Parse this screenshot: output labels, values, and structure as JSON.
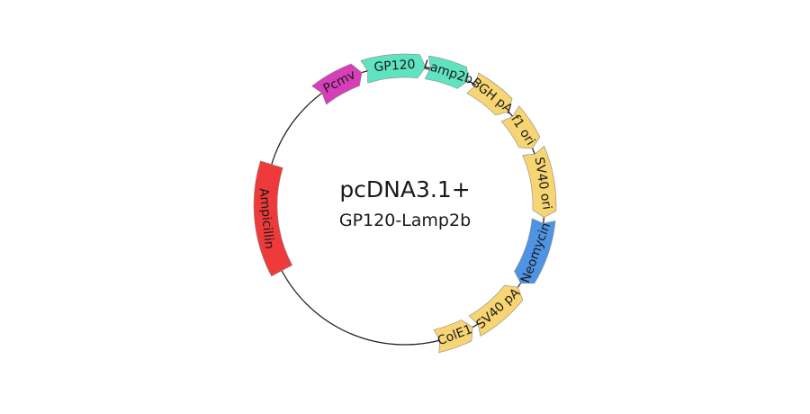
{
  "plasmid": {
    "name": "pcDNA3.1+",
    "insert": "GP120-Lamp2b",
    "backbone_color": "#222222",
    "features": [
      {
        "label": "Pcmv",
        "color": "#d63fb8",
        "direction": "cw",
        "icon": "arrow-segment"
      },
      {
        "label": "GP120",
        "color": "#5fe3c0",
        "direction": "cw",
        "icon": "arrow-segment"
      },
      {
        "label": "Lamp2b",
        "color": "#5fe3c0",
        "direction": "cw",
        "icon": "arrow-segment"
      },
      {
        "label": "BGH pA",
        "color": "#f7d572",
        "direction": "cw",
        "icon": "arrow-segment"
      },
      {
        "label": "f1 ori",
        "color": "#f7d572",
        "direction": "cw",
        "icon": "arrow-segment"
      },
      {
        "label": "SV40 ori",
        "color": "#f7d572",
        "direction": "cw",
        "icon": "arrow-segment"
      },
      {
        "label": "Neomycin",
        "color": "#4f93e3",
        "direction": "cw",
        "icon": "arrow-segment"
      },
      {
        "label": "SV40 pA",
        "color": "#f7d572",
        "direction": "ccw",
        "icon": "arrow-segment"
      },
      {
        "label": "ColE1",
        "color": "#f7d572",
        "direction": "ccw",
        "icon": "arrow-segment"
      },
      {
        "label": "Ampicillin",
        "color": "#ee3a3a",
        "direction": "ccw",
        "icon": "box-segment"
      }
    ]
  }
}
